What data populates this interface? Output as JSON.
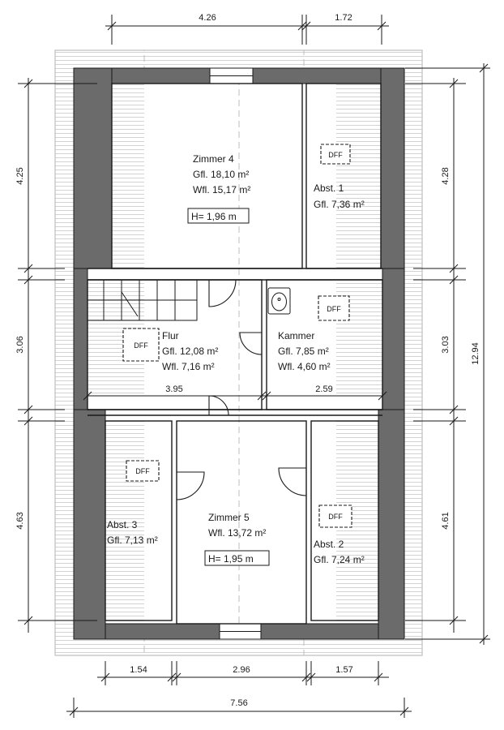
{
  "rooms": {
    "zimmer4": {
      "name": "Zimmer 4",
      "gfl": "Gfl. 18,10 m²",
      "wfl": "Wfl. 15,17 m²",
      "height": "H= 1,96 m"
    },
    "abst1": {
      "name": "Abst. 1",
      "gfl": "Gfl. 7,36 m²"
    },
    "flur": {
      "name": "Flur",
      "gfl": "Gfl. 12,08 m²",
      "wfl": "Wfl. 7,16 m²"
    },
    "kammer": {
      "name": "Kammer",
      "gfl": "Gfl. 7,85 m²",
      "wfl": "Wfl. 4,60 m²"
    },
    "abst3": {
      "name": "Abst. 3",
      "gfl": "Gfl. 7,13 m²"
    },
    "zimmer5": {
      "name": "Zimmer 5",
      "wfl": "Wfl. 13,72 m²",
      "height": "H= 1,95 m"
    },
    "abst2": {
      "name": "Abst. 2",
      "gfl": "Gfl. 7,24 m²"
    }
  },
  "dff_label": "DFF",
  "dimensions": {
    "top_left": "4.26",
    "top_right": "1.72",
    "left_upper": "4.25",
    "left_middle": "3.06",
    "left_lower": "4.63",
    "right_upper": "4.28",
    "right_middle": "3.03",
    "right_lower": "4.61",
    "right_total": "12.94",
    "flur_width": "3.95",
    "kammer_width": "2.59",
    "bottom_left": "1.54",
    "bottom_mid": "2.96",
    "bottom_right": "1.57",
    "bottom_total": "7.56"
  },
  "colors": {
    "wall": "#6b6b6b",
    "line": "#1a1a1a",
    "roof": "#bdbdbd"
  }
}
